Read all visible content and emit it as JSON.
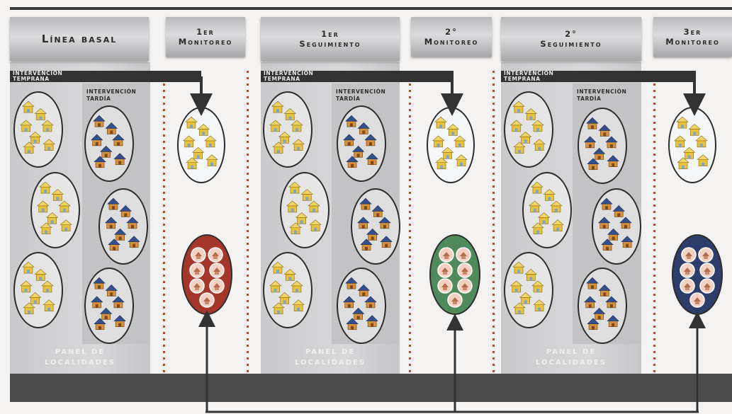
{
  "headers": [
    {
      "id": "linea-basal",
      "text": "Línea basal"
    },
    {
      "id": "1er-monitoreo",
      "text": "1er\nMonitoreo"
    },
    {
      "id": "1er-seguimiento",
      "text": "1er\nSeguimiento"
    },
    {
      "id": "2-monitoreo",
      "text": "2°\nMonitoreo"
    },
    {
      "id": "2-seguimiento",
      "text": "2°\nSeguimiento"
    },
    {
      "id": "3er-monitoreo",
      "text": "3er\nMonitoreo"
    }
  ],
  "labels": {
    "early_line1": "Intervención",
    "early_line2": "temprana",
    "late_line1": "Intervención",
    "late_line2": "tardía",
    "panel_line1": "Panel de",
    "panel_line2": "localidades"
  },
  "colors": {
    "early_house": "#e7c23a",
    "early_house_accent": "#7fa6c4",
    "late_house_roof": "#34508a",
    "late_house_body": "#d8913b",
    "monitor_1": "#a4372a",
    "monitor_2": "#4f8a5d",
    "monitor_3": "#2c3d6a",
    "sample_dot": "#f3d2c3"
  },
  "icons": {
    "early": "yellow-house-icon",
    "late": "blue-roof-house-icon",
    "sample": "sampled-household-icon"
  }
}
